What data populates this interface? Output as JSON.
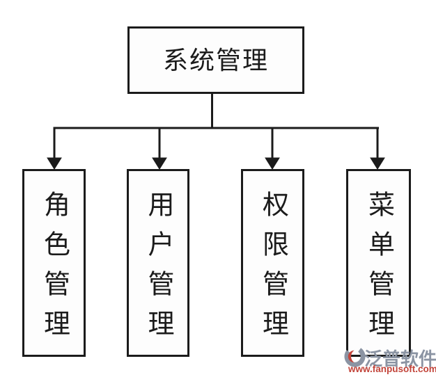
{
  "diagram": {
    "root_label": "系统管理",
    "children": [
      {
        "label": "角色管理"
      },
      {
        "label": "用户管理"
      },
      {
        "label": "权限管理"
      },
      {
        "label": "菜单管理"
      }
    ]
  },
  "watermark": {
    "brand": "泛普软件",
    "url": "www.fanpusoft.com"
  },
  "colors": {
    "line": "#1b1b1b",
    "box_background": "#fdfdfd",
    "page_background": "#ffffff",
    "watermark_gray": "#8b94a3",
    "watermark_red": "#c2443a"
  },
  "icons": {
    "logo": "fanpu-logo-icon",
    "arrows": "arrowhead-icon"
  }
}
